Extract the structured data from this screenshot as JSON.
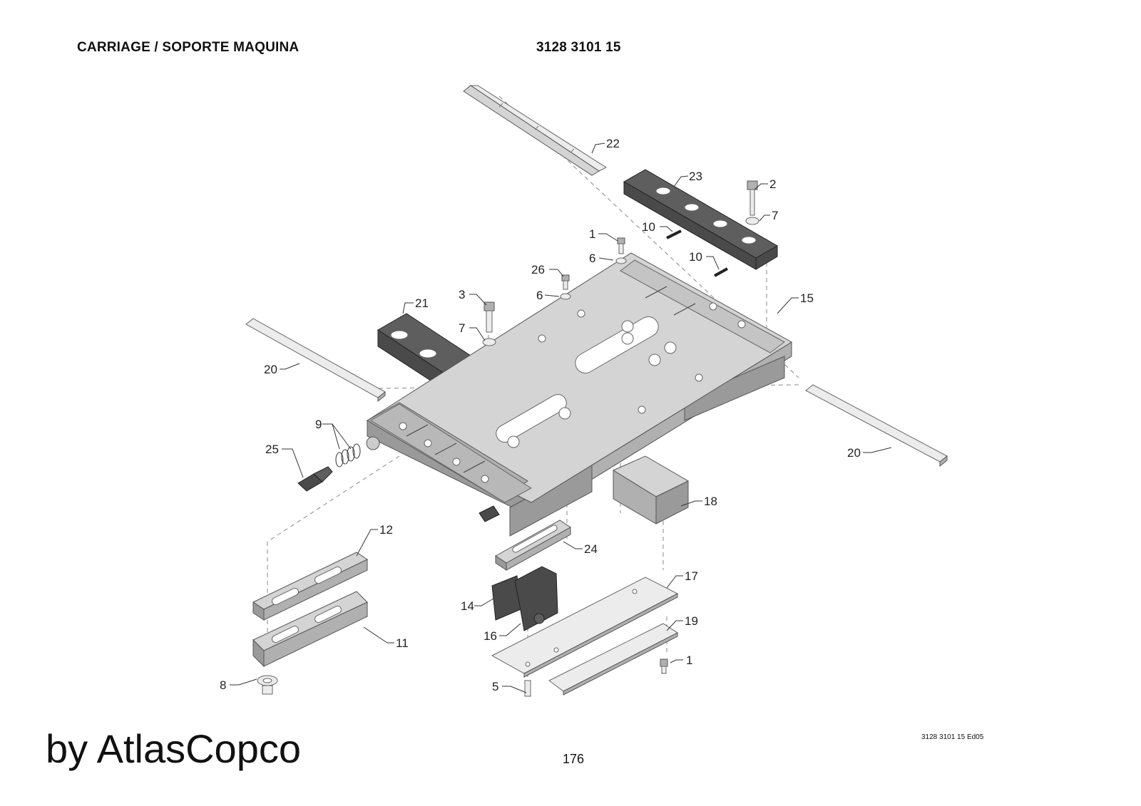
{
  "header": {
    "title": "CARRIAGE / SOPORTE MAQUINA",
    "part_number": "3128 3101 15"
  },
  "callouts": [
    {
      "id": "c22",
      "label": "22"
    },
    {
      "id": "c23",
      "label": "23"
    },
    {
      "id": "c2",
      "label": "2"
    },
    {
      "id": "c7a",
      "label": "7"
    },
    {
      "id": "c10a",
      "label": "10"
    },
    {
      "id": "c1a",
      "label": "1"
    },
    {
      "id": "c6a",
      "label": "6"
    },
    {
      "id": "c10b",
      "label": "10"
    },
    {
      "id": "c26",
      "label": "26"
    },
    {
      "id": "c6b",
      "label": "6"
    },
    {
      "id": "c3",
      "label": "3"
    },
    {
      "id": "c21",
      "label": "21"
    },
    {
      "id": "c15",
      "label": "15"
    },
    {
      "id": "c7b",
      "label": "7"
    },
    {
      "id": "c20a",
      "label": "20"
    },
    {
      "id": "c9",
      "label": "9"
    },
    {
      "id": "c25",
      "label": "25"
    },
    {
      "id": "c20b",
      "label": "20"
    },
    {
      "id": "c18",
      "label": "18"
    },
    {
      "id": "c12",
      "label": "12"
    },
    {
      "id": "c24",
      "label": "24"
    },
    {
      "id": "c17",
      "label": "17"
    },
    {
      "id": "c14",
      "label": "14"
    },
    {
      "id": "c19",
      "label": "19"
    },
    {
      "id": "c16",
      "label": "16"
    },
    {
      "id": "c11",
      "label": "11"
    },
    {
      "id": "c1b",
      "label": "1"
    },
    {
      "id": "c8",
      "label": "8"
    },
    {
      "id": "c5",
      "label": "5"
    }
  ],
  "footer": {
    "brand": "by AtlasCopco",
    "page_number": "176",
    "edition": "3128 3101 15 Ed05"
  }
}
